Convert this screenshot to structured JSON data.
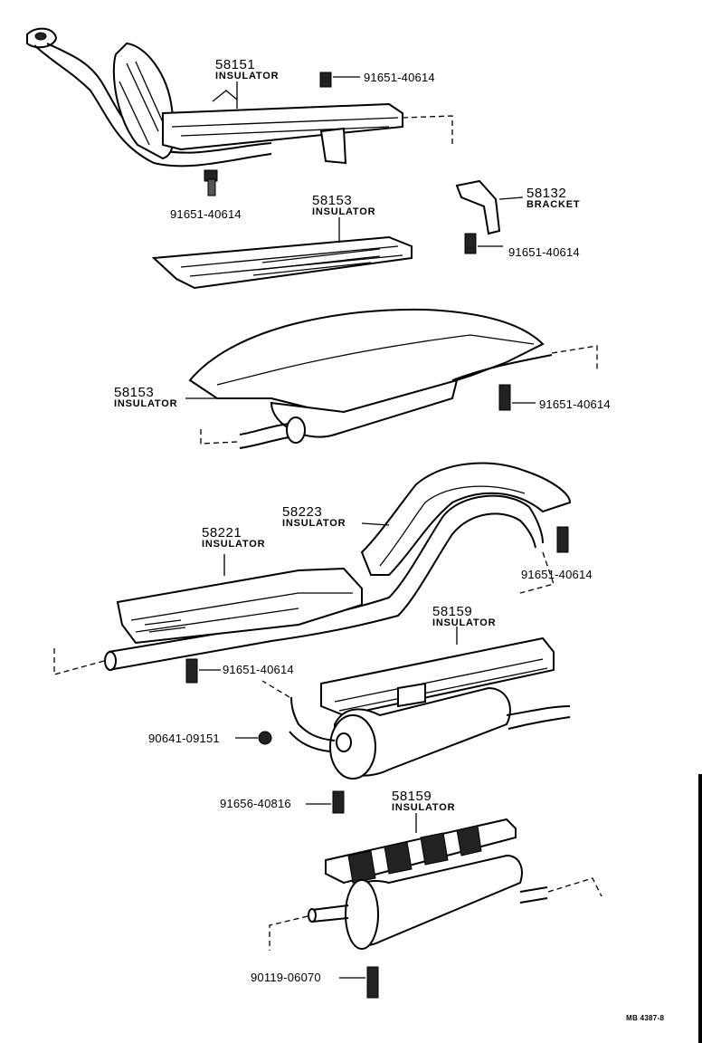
{
  "callouts": [
    {
      "id": "58151",
      "number": "58151",
      "name": "INSULATOR"
    },
    {
      "id": "58153a",
      "number": "58153",
      "name": "INSULATOR"
    },
    {
      "id": "58132",
      "number": "58132",
      "name": "BRACKET"
    },
    {
      "id": "58153b",
      "number": "58153",
      "name": "INSULATOR"
    },
    {
      "id": "58223",
      "number": "58223",
      "name": "INSULATOR"
    },
    {
      "id": "58221",
      "number": "58221",
      "name": "INSULATOR"
    },
    {
      "id": "58159a",
      "number": "58159",
      "name": "INSULATOR"
    },
    {
      "id": "58159b",
      "number": "58159",
      "name": "INSULATOR"
    }
  ],
  "fastener_labels": [
    "91651-40614",
    "91651-40614",
    "91651-40614",
    "91651-40614",
    "91651-40614",
    "91651-40614",
    "90641-09151",
    "91656-40816",
    "90119-06070"
  ],
  "footer_code": "MB 4387-8"
}
